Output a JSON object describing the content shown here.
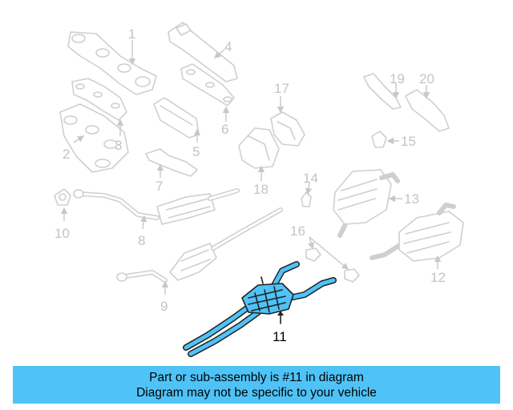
{
  "diagram": {
    "highlight_color": "#4fc3f7",
    "callouts": [
      "1",
      "2",
      "3",
      "4",
      "5",
      "6",
      "7",
      "8",
      "9",
      "10",
      "11",
      "12",
      "13",
      "14",
      "15",
      "16",
      "17",
      "18",
      "19",
      "20"
    ],
    "highlighted_part": "11"
  },
  "banner": {
    "line1": "Part or sub-assembly is #11 in diagram",
    "line2": "Diagram may not be specific to your vehicle",
    "background": "#4fc3f7"
  }
}
